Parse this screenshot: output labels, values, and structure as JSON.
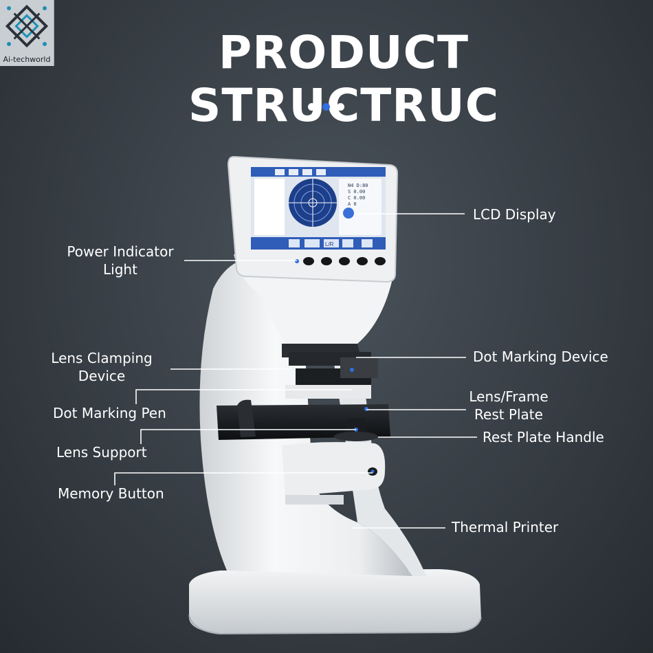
{
  "logo": {
    "text": "Ai-techworld"
  },
  "title": "PRODUCT STRUCTRUC",
  "carousel": {
    "active_index": 1,
    "count": 3,
    "colors": {
      "inactive": "#ffffff",
      "active": "#2f6fe0"
    }
  },
  "screen": {
    "readings": [
      "N4 D:80",
      "S  0.00",
      "C  0.00",
      "A     0"
    ],
    "bottom_label": "L/R"
  },
  "callouts": {
    "lcd_display": "LCD Display",
    "power_indicator_line1": "Power Indicator",
    "power_indicator_line2": "Light",
    "lens_clamping_line1": "Lens Clamping",
    "lens_clamping_line2": "Device",
    "dot_marking_device": "Dot Marking Device",
    "lens_frame_line1": "Lens/Frame",
    "lens_frame_line2": "Rest Plate",
    "dot_marking_pen": "Dot Marking Pen",
    "rest_plate_handle": "Rest Plate Handle",
    "lens_support": "Lens Support",
    "memory_button": "Memory Button",
    "thermal_printer": "Thermal Printer"
  }
}
